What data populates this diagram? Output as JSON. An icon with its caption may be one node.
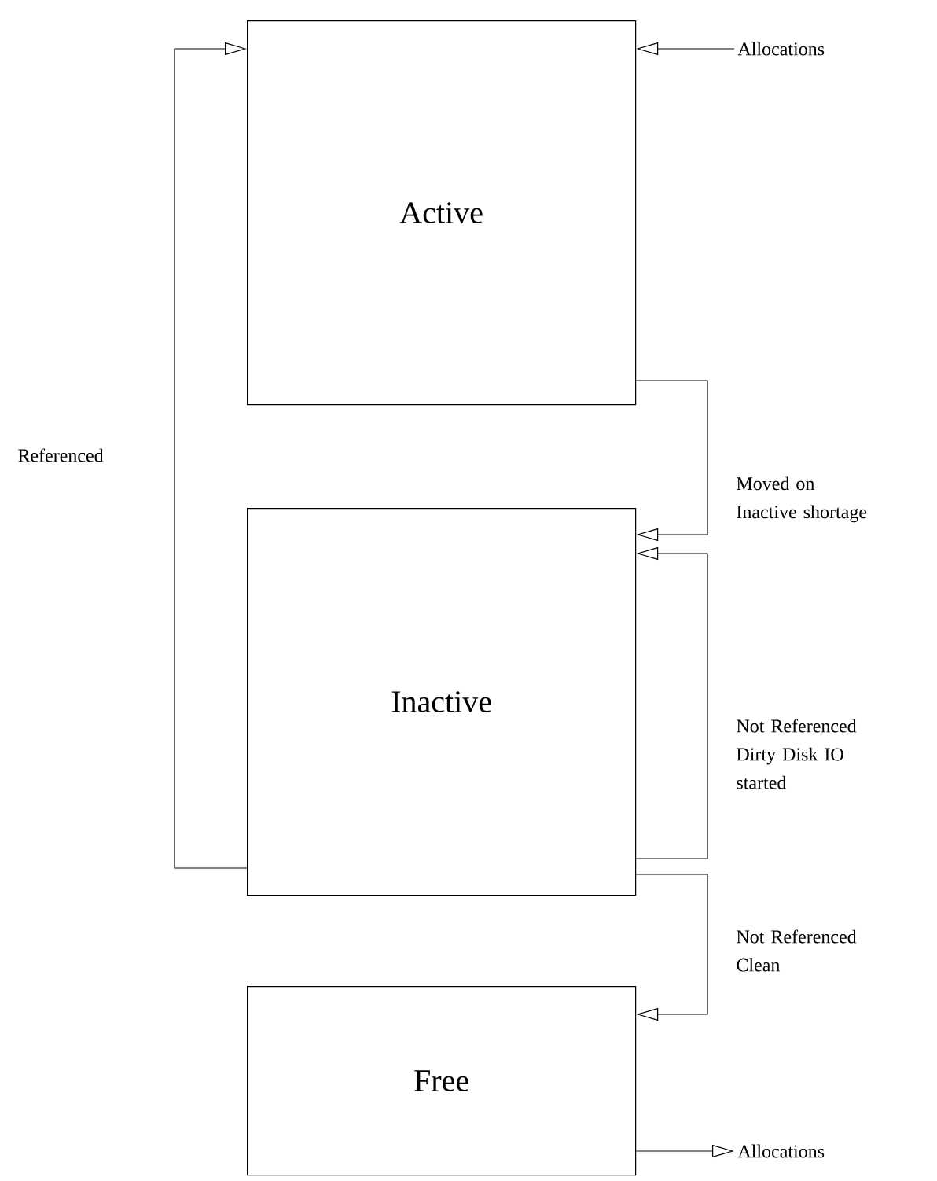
{
  "diagram": {
    "nodes": [
      {
        "text": [
          "Active"
        ]
      },
      {
        "text": [
          "Inactive"
        ]
      },
      {
        "text": [
          "Free"
        ]
      },
      {
        "text": [
          "Allocations"
        ]
      },
      {
        "text": [
          "Allocations"
        ]
      }
    ],
    "edges": [
      {
        "from": 3,
        "to": 0,
        "arrow": "to"
      },
      {
        "from": 1,
        "to": 0,
        "arrow": "to",
        "label": "Referenced"
      },
      {
        "from": 0,
        "to": 1,
        "arrow": "to",
        "label": "Moved on Inactive shortage"
      },
      {
        "from": 1,
        "to": 1,
        "arrow": "to",
        "label": "Not Referenced Dirty Disk IO started"
      },
      {
        "from": 1,
        "to": 2,
        "arrow": "to",
        "label": "Not Referenced Clean"
      },
      {
        "from": 2,
        "to": 4,
        "arrow": "to"
      }
    ]
  }
}
